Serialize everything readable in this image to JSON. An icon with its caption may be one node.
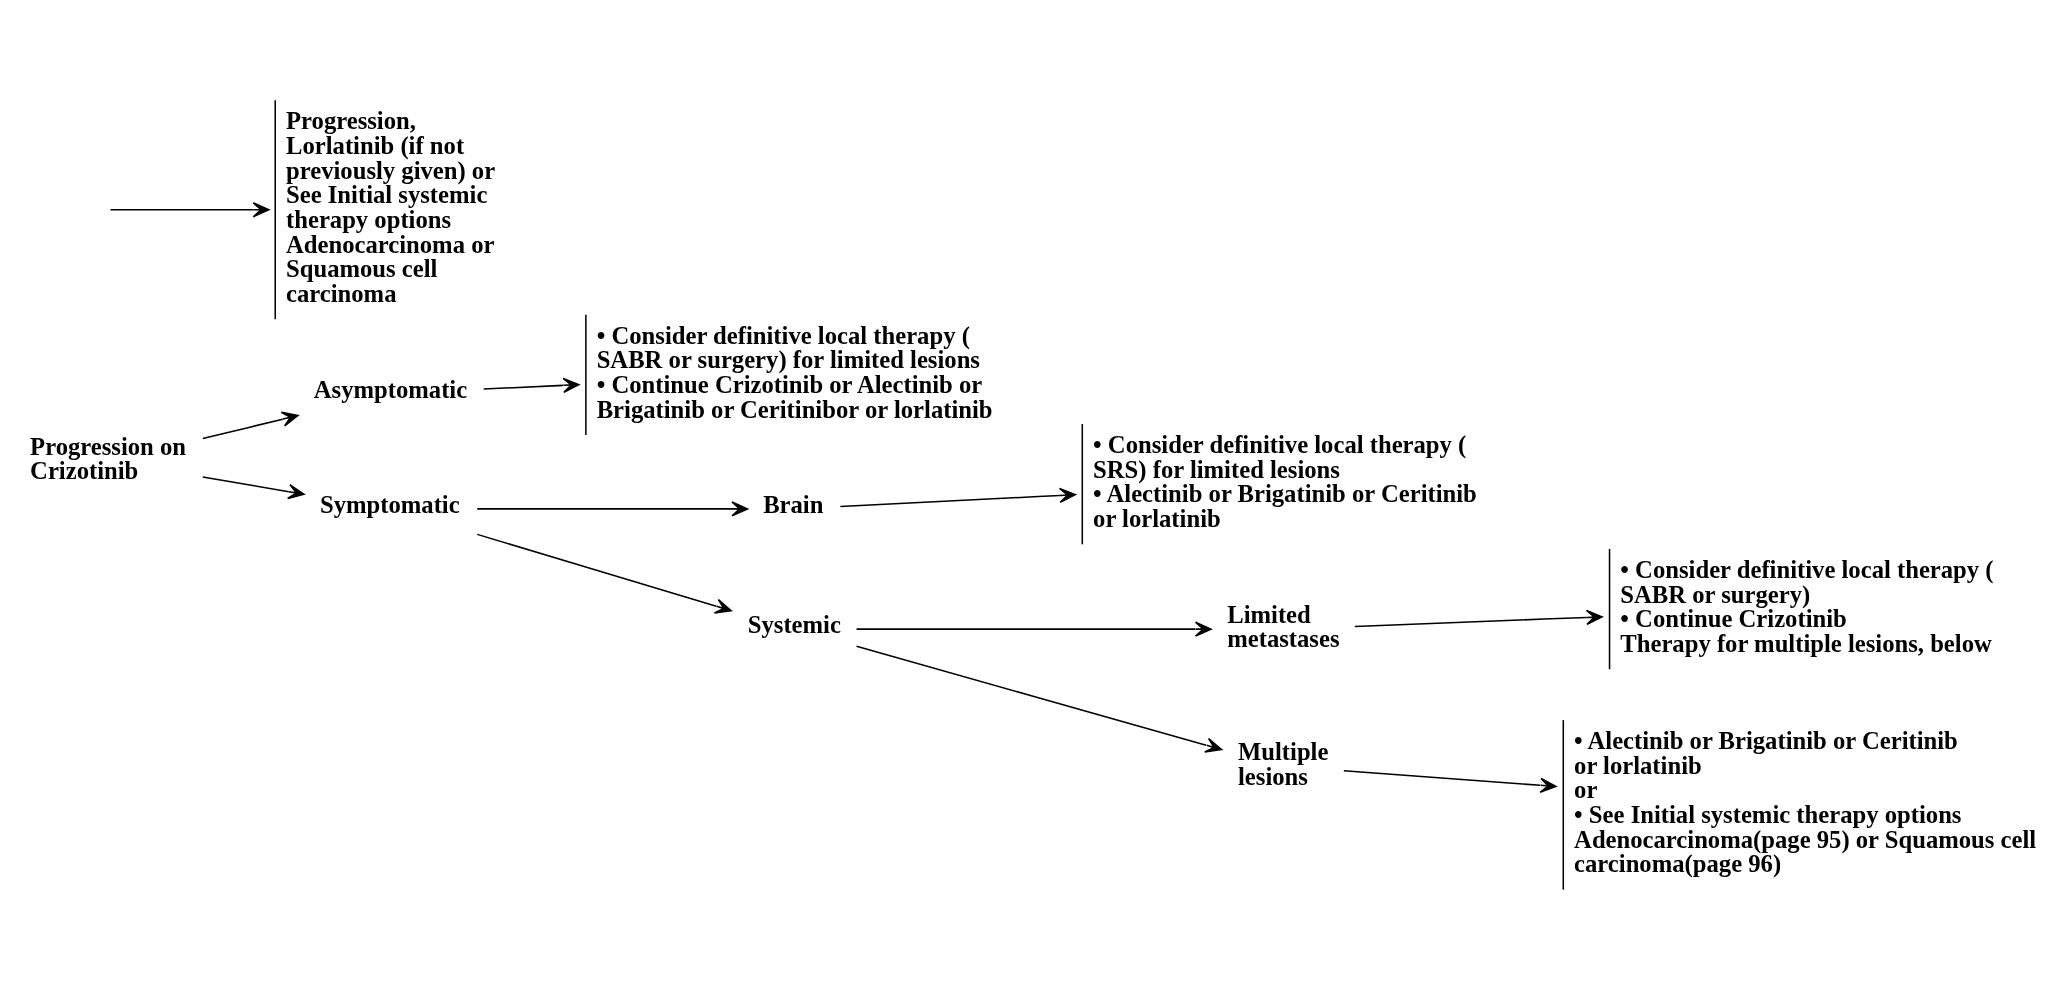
{
  "diagram": {
    "nodes": [
      {
        "text": [
          "Progression on Crizotinib"
        ]
      },
      {
        "text": [
          "Asymptomatic"
        ]
      },
      {
        "text": [
          "Symptomatic"
        ]
      },
      {
        "text": [
          "Brain"
        ]
      },
      {
        "text": [
          "Systemic"
        ]
      },
      {
        "text": [
          "Limited metastases"
        ]
      },
      {
        "text": [
          "Multiple lesions"
        ]
      },
      {
        "text": [
          "• Consider definitive local therapy ( SABR or surgery) for limited lesions",
          "• Continue Crizotinib or Alectinib or Brigatinib or Ceritinibor or lorlatinib"
        ]
      },
      {
        "text": [
          "• Consider definitive local therapy ( SRS) for limited lesions",
          "• Alectinib or Brigatinib or Ceritinib or lorlatinib"
        ]
      },
      {
        "text": [
          "• Consider definitive local therapy ( SABR or surgery)",
          "• Continue Crizotinib",
          "Therapy for multiple lesions, below"
        ]
      },
      {
        "text": [
          "• Alectinib or Brigatinib or Ceritinib or lorlatinib",
          "or",
          "• See Initial systemic therapy options Adenocarcinoma(page 95) or Squamous cell carcinoma(page 96)"
        ]
      },
      {
        "text": [
          "Progression, Lorlatinib (if not previously given) or See Initial systemic therapy options Adenocarcinoma or Squamous cell carcinoma"
        ]
      }
    ],
    "edges": [
      {
        "from": 0,
        "to": 1,
        "arrow": "to"
      },
      {
        "from": 0,
        "to": 2,
        "arrow": "to"
      },
      {
        "from": 1,
        "to": 7,
        "arrow": "to"
      },
      {
        "from": 2,
        "to": 3,
        "arrow": "to"
      },
      {
        "from": 2,
        "to": 4,
        "arrow": "to"
      },
      {
        "from": 3,
        "to": 8,
        "arrow": "to"
      },
      {
        "from": 4,
        "to": 5,
        "arrow": "to"
      },
      {
        "from": 4,
        "to": 6,
        "arrow": "to"
      },
      {
        "from": 5,
        "to": 9,
        "arrow": "to"
      },
      {
        "from": 6,
        "to": 10,
        "arrow": "to"
      },
      {
        "from": null,
        "to": 11,
        "arrow": "to"
      }
    ]
  }
}
